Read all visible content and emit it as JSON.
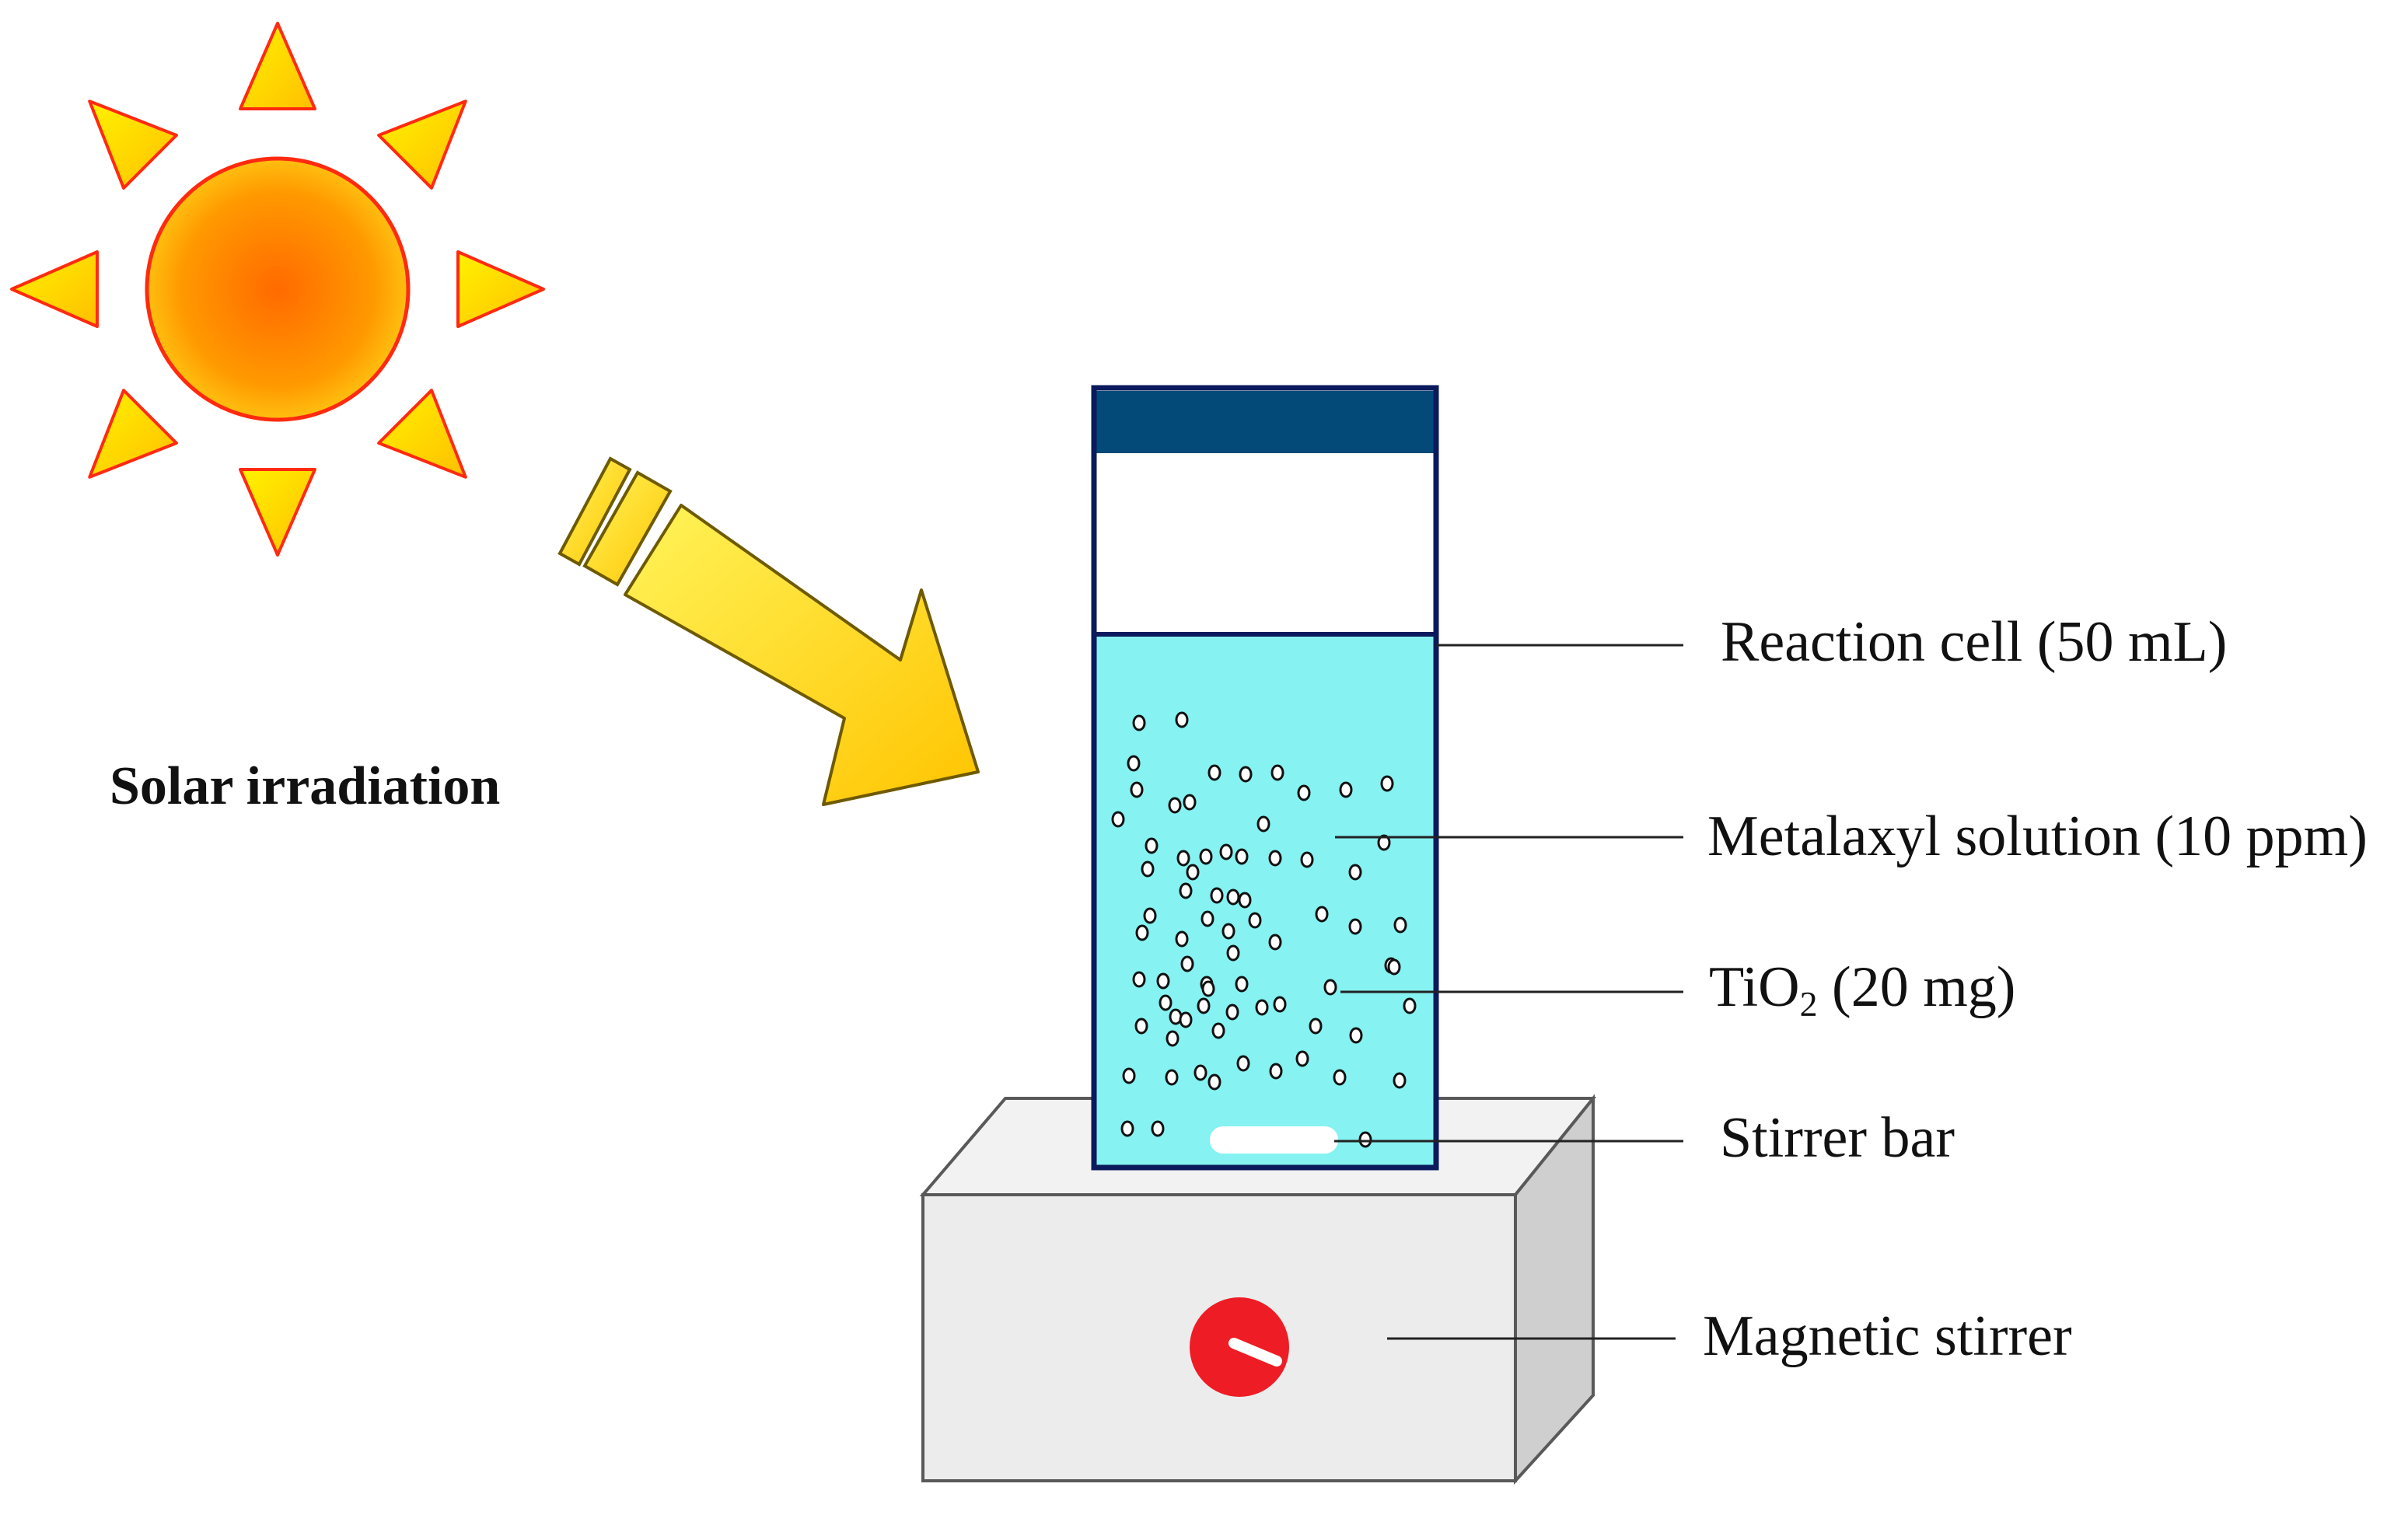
{
  "labels": {
    "solar_irradiation": "Solar irradiation",
    "reaction_cell": "Reaction cell (50 mL)",
    "metalaxyl_solution": "Metalaxyl solution (10 ppm)",
    "tio2_main": "TiO",
    "tio2_sub": "2",
    "tio2_amount": " (20 mg)",
    "stirrer_bar": "Stirrer bar",
    "magnetic_stirrer": "Magnetic stirrer"
  },
  "colors": {
    "sun_core": "#ff6a00",
    "sun_mid": "#ffb300",
    "sun_ray_fill": "#ffe800",
    "sun_outline": "#ff2a10",
    "arrow_fill": "#ffe000",
    "arrow_outline": "#6e5a00",
    "cell_cap": "#034a78",
    "cell_border": "#0a1a5c",
    "solution": "#86f2f2",
    "stirrer_body": "#ededed",
    "stirrer_side": "#cfcfcf",
    "stirrer_knob": "#ee1c24"
  }
}
